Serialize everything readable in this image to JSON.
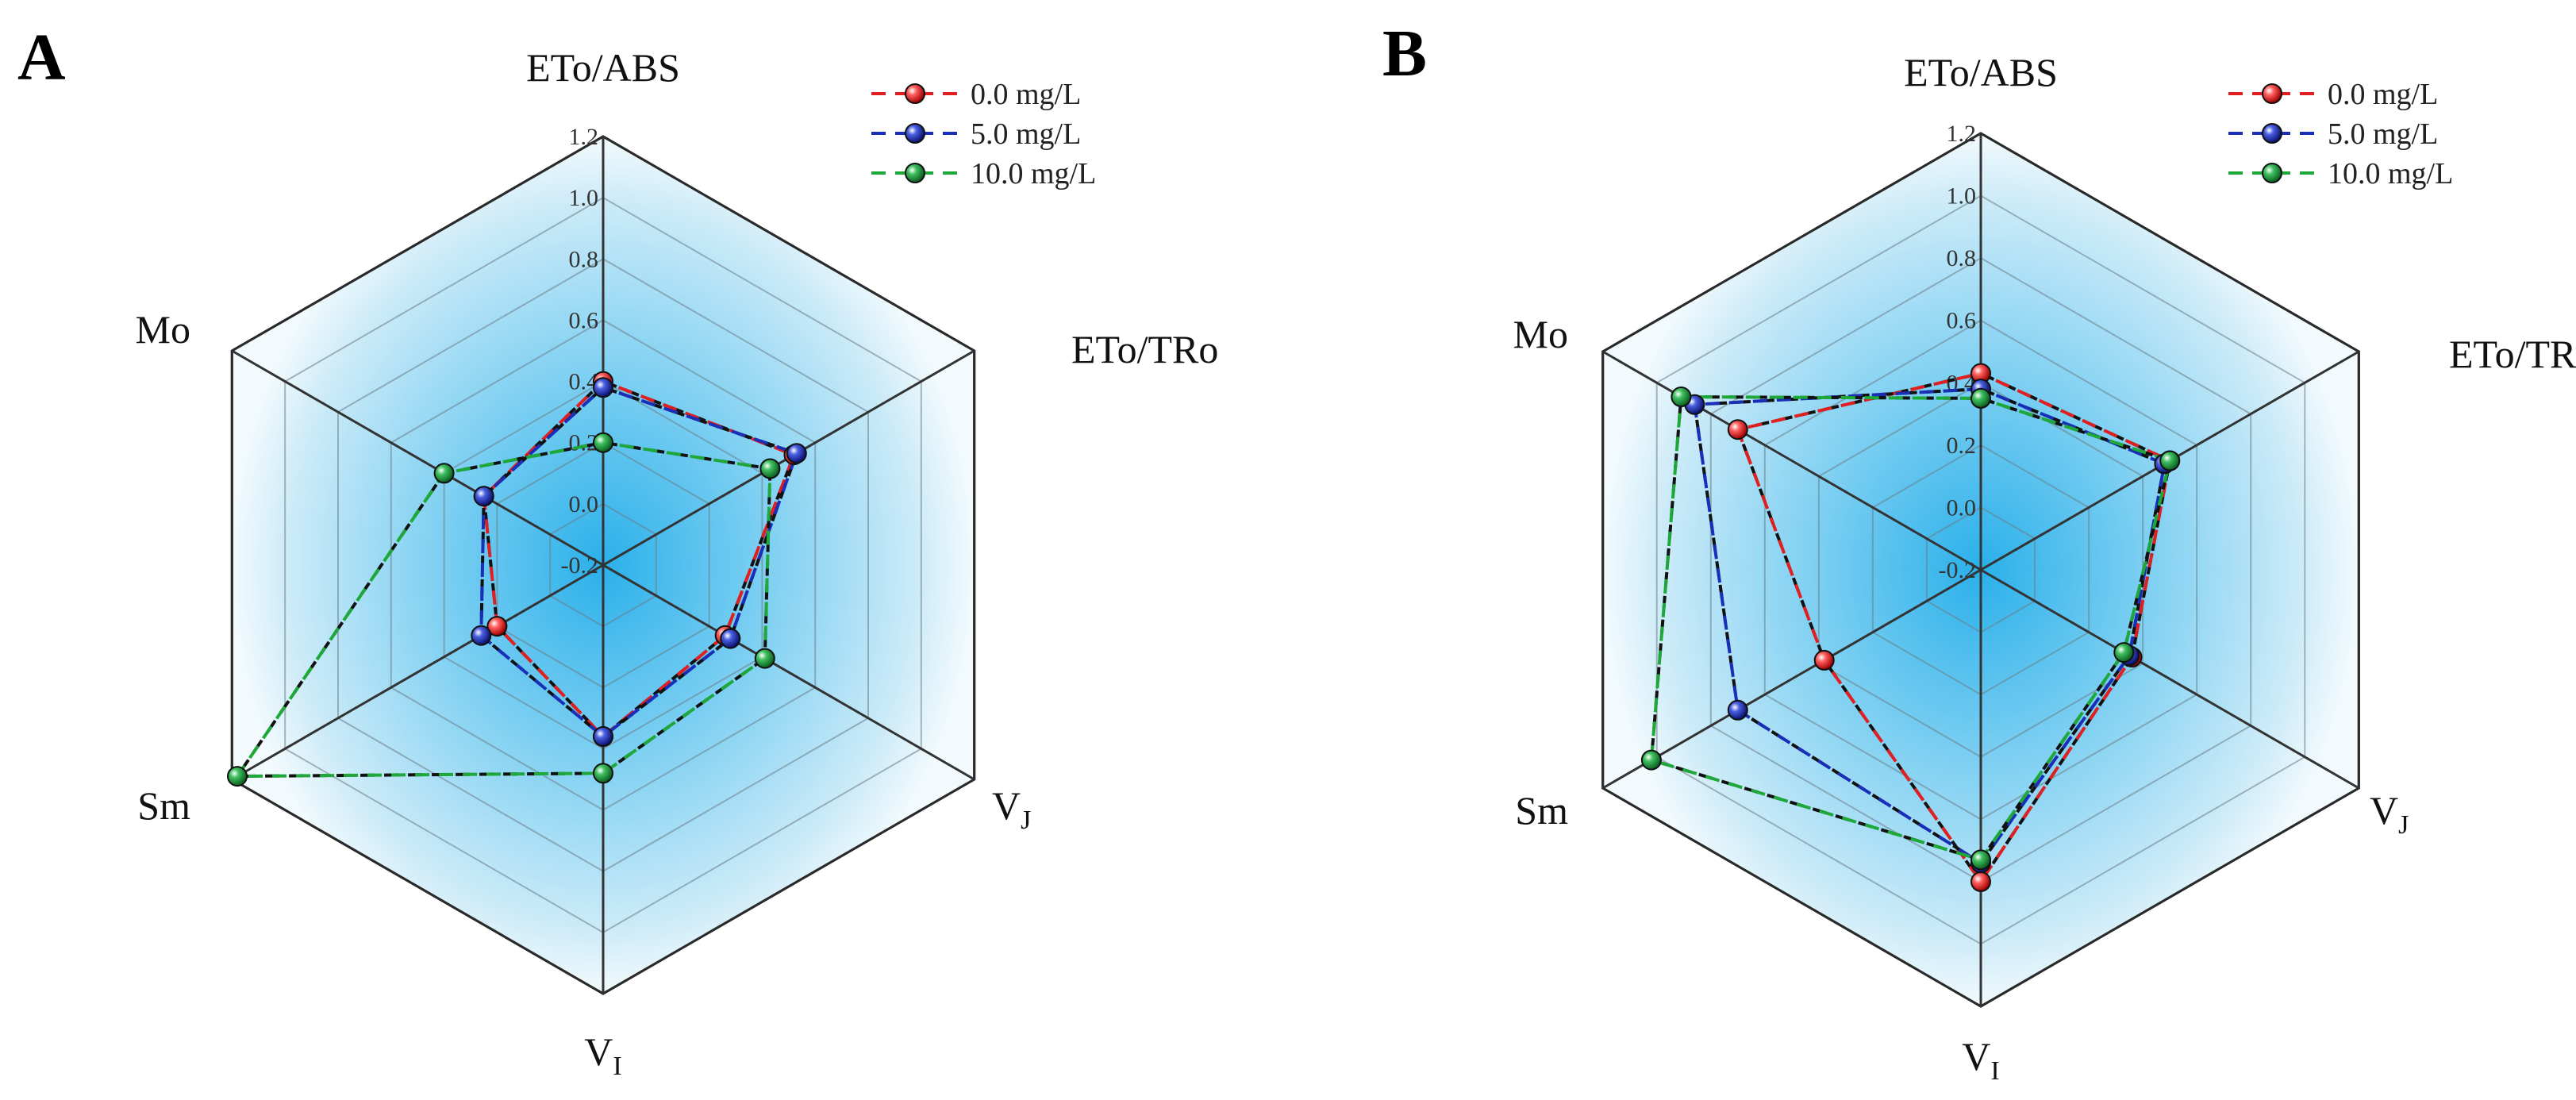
{
  "figure": {
    "panel_letters": [
      "A",
      "B"
    ]
  },
  "chart_data": [
    {
      "type": "radar",
      "panel": "A",
      "axes": [
        "ETo/ABS",
        "ETo/TRo",
        "VJ",
        "VI",
        "Sm",
        "Mo"
      ],
      "axis_labels": [
        {
          "main": "ETo/ABS",
          "sub": ""
        },
        {
          "main": "ETo/TRo",
          "sub": ""
        },
        {
          "main": "V",
          "sub": "J"
        },
        {
          "main": "V",
          "sub": "I"
        },
        {
          "main": "Sm",
          "sub": ""
        },
        {
          "main": "Mo",
          "sub": ""
        }
      ],
      "rlim": [
        -0.2,
        1.2
      ],
      "ticks": [
        "-0.2",
        "0.0",
        "0.2",
        "0.4",
        "0.6",
        "0.8",
        "1.0",
        "1.2"
      ],
      "tick_values": [
        -0.2,
        0.0,
        0.2,
        0.4,
        0.6,
        0.8,
        1.0,
        1.2
      ],
      "legend": {
        "position": "top-right"
      },
      "series": [
        {
          "name": "0.0 mg/L",
          "color": "#e02020",
          "values": [
            0.4,
            0.52,
            0.26,
            0.36,
            0.2,
            0.25
          ]
        },
        {
          "name": "5.0 mg/L",
          "color": "#1a2fb8",
          "values": [
            0.38,
            0.53,
            0.28,
            0.36,
            0.26,
            0.25
          ]
        },
        {
          "name": "10.0 mg/L",
          "color": "#1fa83a",
          "values": [
            0.2,
            0.43,
            0.41,
            0.48,
            1.18,
            0.4
          ]
        }
      ]
    },
    {
      "type": "radar",
      "panel": "B",
      "axes": [
        "ETo/ABS",
        "ETo/TRo",
        "VJ",
        "VI",
        "Sm",
        "Mo"
      ],
      "axis_labels": [
        {
          "main": "ETo/ABS",
          "sub": ""
        },
        {
          "main": "ETo/TRo",
          "sub": ""
        },
        {
          "main": "V",
          "sub": "J"
        },
        {
          "main": "V",
          "sub": "I"
        },
        {
          "main": "Sm",
          "sub": ""
        },
        {
          "main": "Mo",
          "sub": ""
        }
      ],
      "rlim": [
        -0.2,
        1.2
      ],
      "ticks": [
        "-0.2",
        "0.0",
        "0.2",
        "0.4",
        "0.6",
        "0.8",
        "1.0",
        "1.2"
      ],
      "tick_values": [
        -0.2,
        0.0,
        0.2,
        0.4,
        0.6,
        0.8,
        1.0,
        1.2
      ],
      "legend": {
        "position": "top-right"
      },
      "series": [
        {
          "name": "0.0 mg/L",
          "color": "#e02020",
          "values": [
            0.43,
            0.5,
            0.36,
            0.8,
            0.38,
            0.7
          ]
        },
        {
          "name": "5.0 mg/L",
          "color": "#1a2fb8",
          "values": [
            0.38,
            0.48,
            0.35,
            0.74,
            0.7,
            0.86
          ]
        },
        {
          "name": "10.0 mg/L",
          "color": "#1fa83a",
          "values": [
            0.35,
            0.5,
            0.33,
            0.73,
            1.02,
            0.91
          ]
        }
      ]
    }
  ]
}
